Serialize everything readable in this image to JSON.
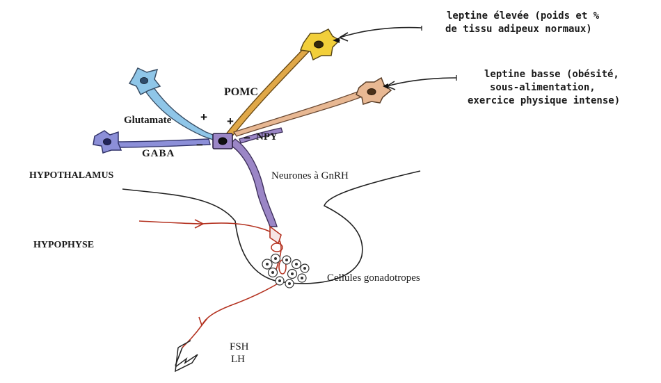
{
  "labels": {
    "leptin_high_line1": "leptine élevée (poids et %",
    "leptin_high_line2": "de tissu adipeux normaux)",
    "leptin_low_line1": "leptine basse (obésité,",
    "leptin_low_line2": "sous-alimentation,",
    "leptin_low_line3": "exercice physique intense)",
    "pomc": "POMC",
    "glutamate": "Glutamate",
    "npy": "NPY",
    "gaba": "GABA",
    "hypothalamus": "HYPOTHALAMUS",
    "hypophyse": "HYPOPHYSE",
    "gnrh_neurons": "Neurones à GnRH",
    "gonadotrope_cells": "Cellules gonadotropes",
    "fsh": "FSH",
    "lh": "LH"
  },
  "signs": {
    "glutamate": "+",
    "gaba": "−",
    "pomc": "+",
    "npy": "−"
  },
  "colors": {
    "glutamate_neuron": "#8fc6e8",
    "gaba_neuron": "#8c8fd8",
    "pomc_neuron_axon": "#e0a848",
    "pomc_cell": "#f2cf3a",
    "npy_neuron": "#e8b893",
    "gnrh_neuron": "#9b86c6",
    "portal_vessel": "#b43220"
  }
}
